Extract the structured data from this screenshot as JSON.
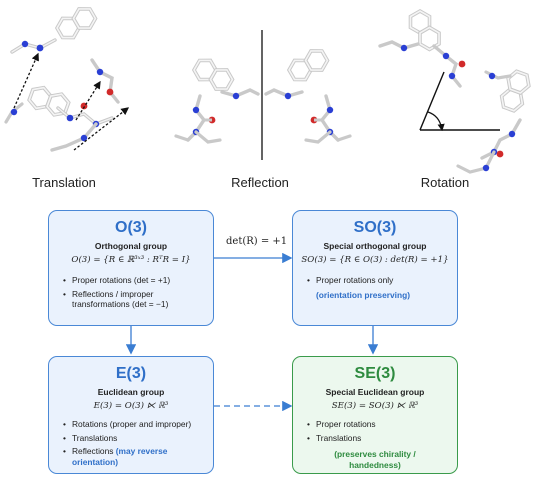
{
  "top": {
    "captions": [
      "Translation",
      "Reflection",
      "Rotation"
    ]
  },
  "o3": {
    "title": "O(3)",
    "subtitle": "Orthogonal group",
    "formula": "O(3) = {R ∈ ℝ³ˣ³ : RᵀR = I}",
    "items": [
      "Proper rotations (det = +1)",
      "Reflections / improper transformations (det = −1)"
    ]
  },
  "so3": {
    "title": "SO(3)",
    "subtitle": "Special orthogonal group",
    "formula": "SO(3) = {R ∈ O(3) : det(R) = +1}",
    "items": [
      "Proper rotations only"
    ],
    "note": "(orientation preserving)"
  },
  "e3": {
    "title": "E(3)",
    "subtitle": "Euclidean group",
    "formula": "E(3) = O(3) ⋉ ℝ³",
    "items": [
      "Rotations (proper and improper)",
      "Translations",
      "Reflections"
    ],
    "note": "(may reverse orientation)"
  },
  "se3": {
    "title": "SE(3)",
    "subtitle": "Special Euclidean group",
    "formula": "SE(3) = SO(3) ⋉ ℝ³",
    "items": [
      "Proper rotations",
      "Translations"
    ],
    "note": "(preserves chirality / handedness)"
  },
  "arrow_label": "det(R) = +1",
  "colors": {
    "blue": "#2f6fc8",
    "green": "#2e8b3f",
    "atom_n": "#2a3fd4",
    "atom_o": "#d12a2a",
    "bond": "#cfcfcf"
  }
}
